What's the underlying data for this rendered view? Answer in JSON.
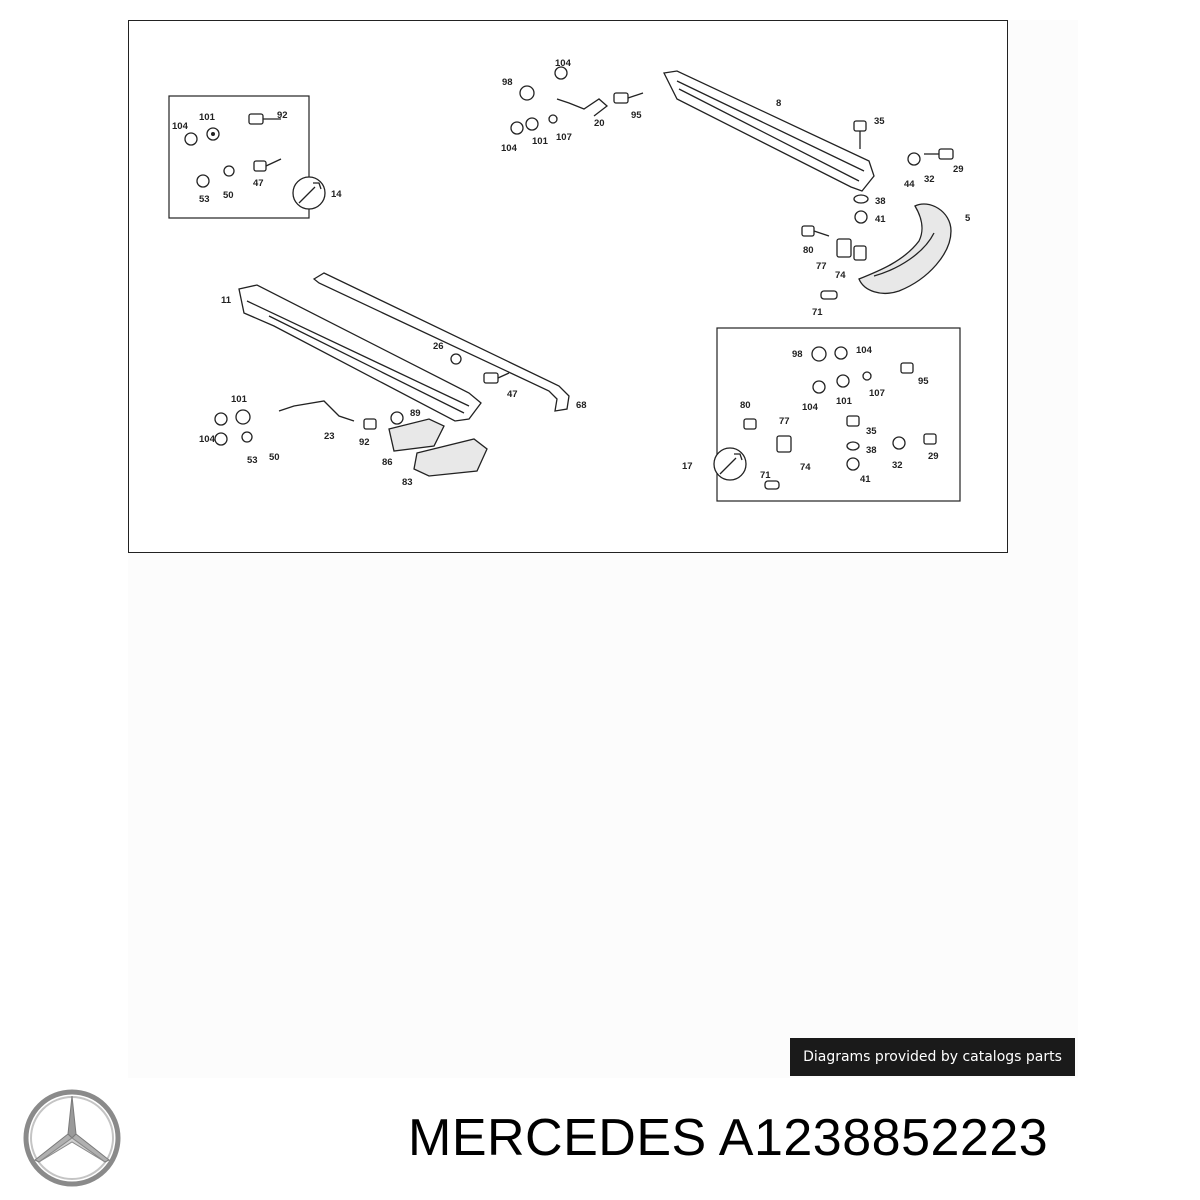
{
  "diagram": {
    "part_labels": {
      "p104a": "104",
      "p101a": "101",
      "p92a": "92",
      "p53a": "53",
      "p50a": "50",
      "p47a": "47",
      "p14": "14",
      "p98a": "98",
      "p104b": "104",
      "p20": "20",
      "p95a": "95",
      "p104c": "104",
      "p101b": "101",
      "p107a": "107",
      "p8": "8",
      "p35a": "35",
      "p44": "44",
      "p32a": "32",
      "p29a": "29",
      "p38a": "38",
      "p41a": "41",
      "p5": "5",
      "p80a": "80",
      "p77a": "77",
      "p74a": "74",
      "p71a": "71",
      "p11": "11",
      "p26": "26",
      "p47b": "47",
      "p68": "68",
      "p101c": "101",
      "p104d": "104",
      "p23": "23",
      "p53b": "53",
      "p50b": "50",
      "p92b": "92",
      "p89": "89",
      "p86": "86",
      "p83": "83",
      "p98b": "98",
      "p104e": "104",
      "p95b": "95",
      "p104f": "104",
      "p101d": "101",
      "p107b": "107",
      "p80b": "80",
      "p77b": "77",
      "p35b": "35",
      "p38b": "38",
      "p32b": "32",
      "p29b": "29",
      "p17": "17",
      "p71b": "71",
      "p74b": "74",
      "p41b": "41"
    }
  },
  "attribution": "Diagrams provided by catalogs parts",
  "title": "MERCEDES A1238852223",
  "logo": {
    "icon": "mercedes-star-icon",
    "color": "#8a8a8a"
  }
}
